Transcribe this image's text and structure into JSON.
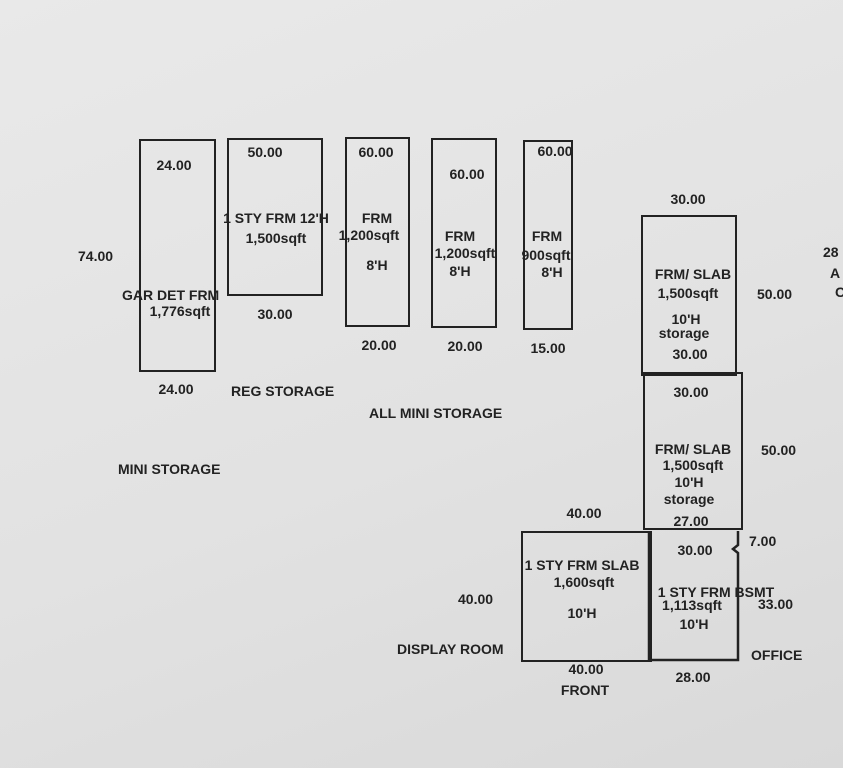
{
  "buildings": {
    "gar": {
      "top": "24.00",
      "side": "74.00",
      "bottom": "24.00",
      "line1": "GAR DET FRM",
      "line2": "1,776sqft",
      "caption": "MINI STORAGE"
    },
    "reg": {
      "top": "50.00",
      "bottom": "30.00",
      "line1": "1 STY FRM 12'H",
      "line2": "1,500sqft",
      "caption": "REG STORAGE"
    },
    "frm1": {
      "top": "60.00",
      "bottom": "20.00",
      "line1": "FRM",
      "line2": "1,200sqft",
      "line3": "8'H"
    },
    "frm2": {
      "top": "60.00",
      "bottom": "20.00",
      "line1": "FRM",
      "line2": "1,200sqft",
      "line3": "8'H"
    },
    "frm3": {
      "top": "60.00",
      "bottom": "15.00",
      "line1": "FRM",
      "line2": "900sqft",
      "line3": "8'H"
    },
    "mini_caption": "ALL MINI STORAGE",
    "slab1": {
      "top": "30.00",
      "side": "50.00",
      "bottom": "30.00",
      "line1": "FRM/ SLAB",
      "line2": "1,500sqft",
      "line3": "10'H",
      "line4": "storage"
    },
    "slab2": {
      "top": "30.00",
      "side": "50.00",
      "bottom": "27.00",
      "line1": "FRM/ SLAB",
      "line2": "1,500sqft",
      "line3": "10'H",
      "line4": "storage"
    },
    "display": {
      "top": "40.00",
      "side": "40.00",
      "bottom": "40.00",
      "line1": "1 STY FRM SLAB",
      "line2": "1,600sqft",
      "line3": "10'H",
      "caption": "DISPLAY ROOM",
      "front": "FRONT"
    },
    "office": {
      "top": "30.00",
      "notch": "7.00",
      "side": "33.00",
      "bottom": "28.00",
      "line1": "1 STY FRM BSMT",
      "line2": "1,113sqft",
      "line3": "10'H",
      "caption": "OFFICE"
    },
    "edge": {
      "line1": "28",
      "line2": "A",
      "line3": "C"
    }
  }
}
